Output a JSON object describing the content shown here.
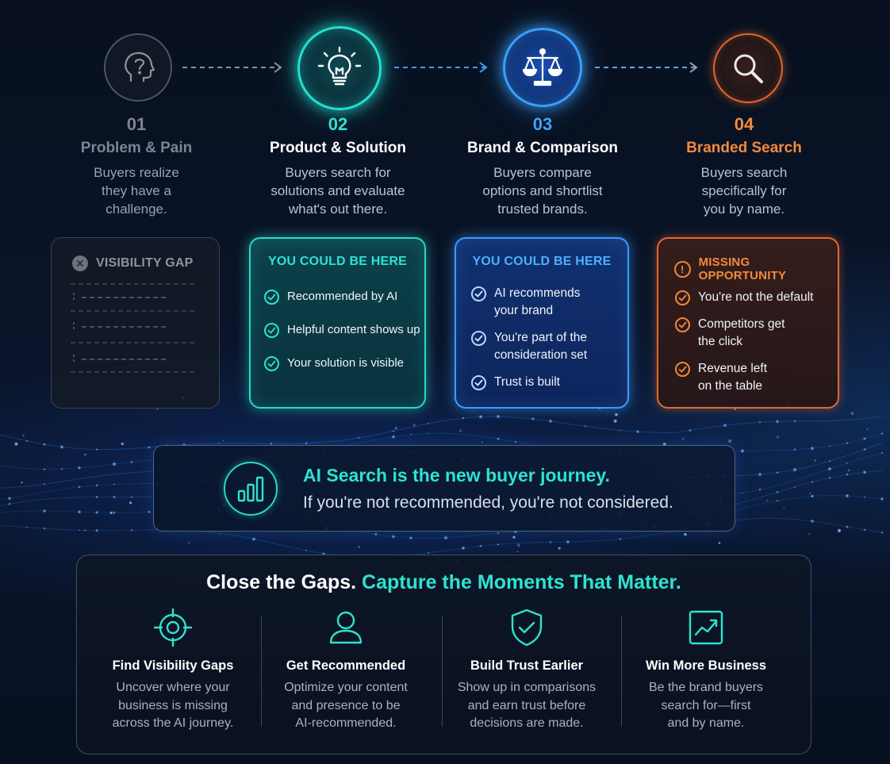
{
  "colors": {
    "teal": "#2de3d0",
    "blue": "#3ea4ff",
    "orange": "#f28a3c",
    "gray": "#7d8592",
    "background": "#0a1428"
  },
  "steps": [
    {
      "number": "01",
      "title": "Problem & Pain",
      "description": "Buyers realize\nthey have a\nchallenge.",
      "icon": "question-head-icon"
    },
    {
      "number": "02",
      "title": "Product & Solution",
      "description": "Buyers search for\nsolutions and evaluate\nwhat's out there.",
      "icon": "lightbulb-icon"
    },
    {
      "number": "03",
      "title": "Brand & Comparison",
      "description": "Buyers compare\noptions and shortlist\ntrusted brands.",
      "icon": "scales-icon"
    },
    {
      "number": "04",
      "title": "Branded Search",
      "description": "Buyers search\nspecifically for\nyou by name.",
      "icon": "magnifier-icon"
    }
  ],
  "cards": [
    {
      "heading": "VISIBILITY GAP",
      "icon": "x-circle-icon",
      "items": []
    },
    {
      "heading": "YOU COULD BE HERE",
      "items": [
        "Recommended by AI",
        "Helpful content shows up",
        "Your solution is visible"
      ]
    },
    {
      "heading": "YOU COULD BE HERE",
      "items": [
        "AI recommends\nyour brand",
        "You're part of the\nconsideration set",
        "Trust is built"
      ]
    },
    {
      "heading": "MISSING OPPORTUNITY",
      "icon": "warning-circle-icon",
      "items": [
        "You're not the default",
        "Competitors get\nthe click",
        "Revenue left\non the table"
      ]
    }
  ],
  "banner": {
    "title": "AI Search is the new buyer journey.",
    "subtitle": "If you're not recommended, you're not considered.",
    "icon": "bar-chart-icon"
  },
  "panel": {
    "title_part1": "Close the Gaps.",
    "title_part2": "Capture the Moments That Matter.",
    "features": [
      {
        "title": "Find Visibility Gaps",
        "description": "Uncover where your\nbusiness is missing\nacross the AI journey.",
        "icon": "target-icon"
      },
      {
        "title": "Get Recommended",
        "description": "Optimize your content\nand presence to be\nAI-recommended.",
        "icon": "user-icon"
      },
      {
        "title": "Build Trust Earlier",
        "description": "Show up in comparisons\nand earn trust before\ndecisions are made.",
        "icon": "shield-check-icon"
      },
      {
        "title": "Win More Business",
        "description": "Be the brand buyers\nsearch for—first\nand by name.",
        "icon": "growth-chart-icon"
      }
    ]
  }
}
